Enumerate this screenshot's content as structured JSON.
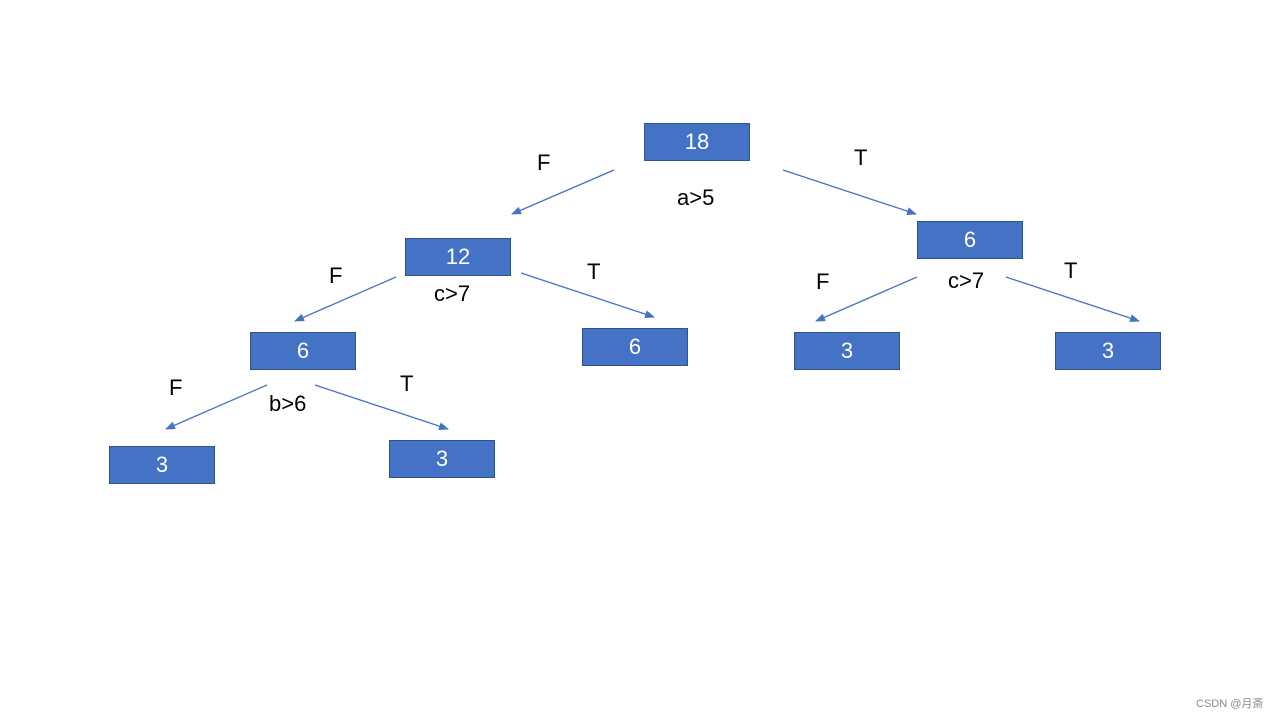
{
  "nodes": {
    "root": "18",
    "left": "12",
    "right": "6",
    "left_left": "6",
    "left_right": "6",
    "right_left": "3",
    "right_right": "3",
    "left_left_left": "3",
    "left_left_right": "3"
  },
  "conditions": {
    "root": "a>5",
    "left": "c>7",
    "right": "c>7",
    "left_left": "b>6"
  },
  "branch_labels": {
    "false": "F",
    "true": "T"
  },
  "colors": {
    "node_fill": "#4472c4",
    "node_border": "#2f528f",
    "edge": "#4472c4"
  },
  "watermark": "CSDN @月斎"
}
